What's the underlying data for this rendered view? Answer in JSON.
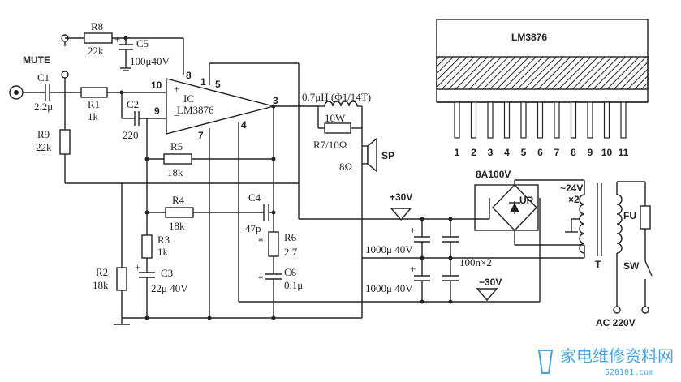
{
  "labels": {
    "mute": "MUTE",
    "c1": "C1",
    "c1_val": "2.2μ",
    "r1": "R1",
    "r1_val": "1k",
    "r8": "R8",
    "r8_val": "22k",
    "c5": "C5",
    "c5_val": "100μ40V",
    "c2": "C2",
    "c2_val": "220",
    "r9": "R9",
    "r9_val": "22k",
    "ic_sym": "IC",
    "ic_name": "LM3876",
    "r5": "R5",
    "r5_val": "18k",
    "r4": "R4",
    "r4_val": "18k",
    "r3": "R3",
    "r3_val": "1k",
    "r2": "R2",
    "r2_val": "18k",
    "c3": "C3",
    "c3_val": "22μ 40V",
    "c4": "C4",
    "c4_val": "47p",
    "r6": "R6",
    "r6_val": "2.7",
    "c6": "C6",
    "c6_val": "0.1μ",
    "inductor": "0.7μH (Φ1/14T)",
    "r7_w": "10W",
    "r7": "R7/10Ω",
    "sp": "SP",
    "sp_imp": "8Ω",
    "v_pos": "+30V",
    "v_neg": "−30V",
    "cap_top": "1000μ 40V",
    "cap_bot": "1000μ 40V",
    "cap_mid": "100n×2",
    "bridge_rating": "8A100V",
    "bridge": "UR",
    "tr_sec": "~24V",
    "tr_mul": "×2",
    "tr": "T",
    "fuse": "FU",
    "sw": "SW",
    "mains": "AC 220V",
    "chip_title": "LM3876",
    "pin_1": "1",
    "pin_2": "2",
    "pin_3": "3",
    "pin_4": "4",
    "pin_5": "5",
    "pin_7": "7",
    "pin_8": "8",
    "pin_9": "9",
    "pin_10": "10",
    "pin_plus": "+",
    "pin_minus": "−",
    "star": "*"
  },
  "chip_pins": [
    "1",
    "2",
    "3",
    "4",
    "5",
    "6",
    "7",
    "8",
    "9",
    "10",
    "11"
  ],
  "watermark": {
    "text": "家电维修资料网",
    "url": "520101.com"
  },
  "colors": {
    "ink": "#222222",
    "watermark": "#4aa3d8",
    "background": "#ffffff"
  }
}
